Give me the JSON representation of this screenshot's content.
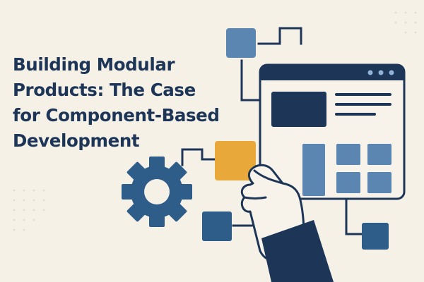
{
  "headline": {
    "lines": [
      "Building Modular",
      "Products: The Case",
      "for Component-Based",
      "Development"
    ]
  },
  "illustration": {
    "icons": [
      "gear-icon",
      "browser-window-icon",
      "hand-icon",
      "module-block-icon"
    ],
    "colors": {
      "background": "#f6f1e7",
      "navy": "#1d3557",
      "blue": "#5b86b1",
      "dark_blue": "#2f5d8a",
      "accent_yellow": "#e8a93a",
      "light_panel": "#f7f3ea"
    }
  }
}
